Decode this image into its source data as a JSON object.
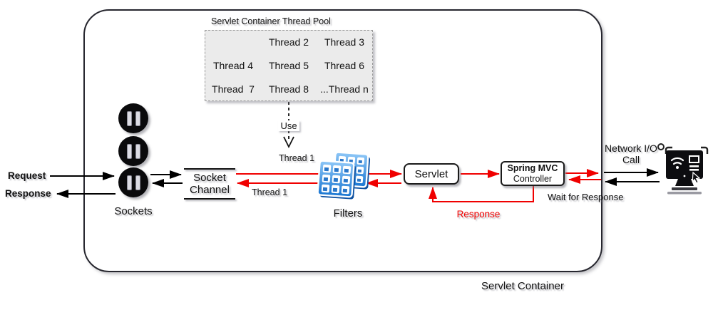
{
  "diagram": {
    "container_label": "Servlet Container",
    "thread_pool": {
      "title": "Servlet Container Thread Pool",
      "cells": [
        "",
        "Thread 2",
        "Thread 3",
        "Thread 4",
        "Thread 5",
        "Thread 6",
        "Thread  7",
        "Thread 8",
        "...Thread n"
      ]
    },
    "flow_labels": {
      "request": "Request",
      "response": "Response",
      "use": "Use",
      "thread1_dispatch": "Thread 1",
      "thread1_return": "Thread 1",
      "response_loop": "Response",
      "wait_for_response": "Wait for Response",
      "network_io": "Network I/O",
      "network_io_call": "Call"
    },
    "nodes": {
      "sockets_label": "Sockets",
      "socket_channel_line1": "Socket",
      "socket_channel_line2": "Channel",
      "filters_label": "Filters",
      "servlet_label": "Servlet",
      "spring_mvc_line1": "Spring MVC",
      "spring_mvc_line2": "Controller"
    },
    "icons": {
      "socket": "pause-icon",
      "filters": "filter-grid-icon",
      "client": "computer-monitor-icon"
    },
    "colors": {
      "flow_red": "#f00000",
      "flow_black": "#000000",
      "container_border": "#26262e",
      "pool_background": "#ebebeb",
      "filter_blue": "#1976d2"
    }
  }
}
